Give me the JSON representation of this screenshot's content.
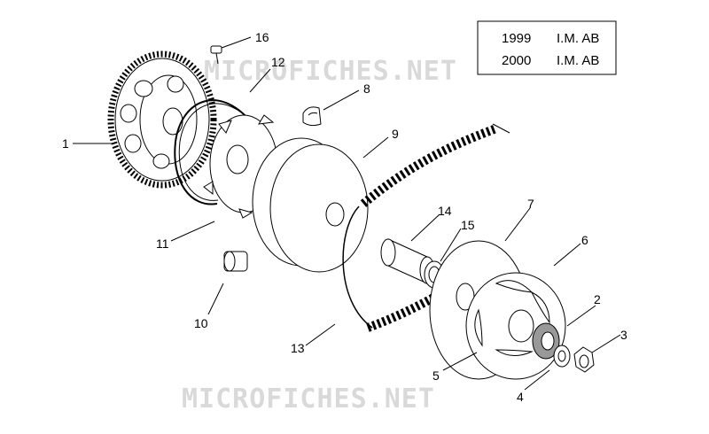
{
  "watermark": "MICROFICHES.NET",
  "applicability": [
    {
      "year": "1999",
      "code": "I.M. AB"
    },
    {
      "year": "2000",
      "code": "I.M. AB"
    }
  ],
  "callouts": {
    "p1": "1",
    "p2": "2",
    "p3": "3",
    "p4": "4",
    "p5": "5",
    "p6": "6",
    "p7": "7",
    "p8": "8",
    "p9": "9",
    "p10": "10",
    "p11": "11",
    "p12": "12",
    "p13": "13",
    "p14": "14",
    "p15": "15",
    "p16": "16"
  },
  "colors": {
    "line": "#000000",
    "watermark": "#d9d9d9",
    "fill": "#ffffff",
    "shade": "#999999"
  }
}
